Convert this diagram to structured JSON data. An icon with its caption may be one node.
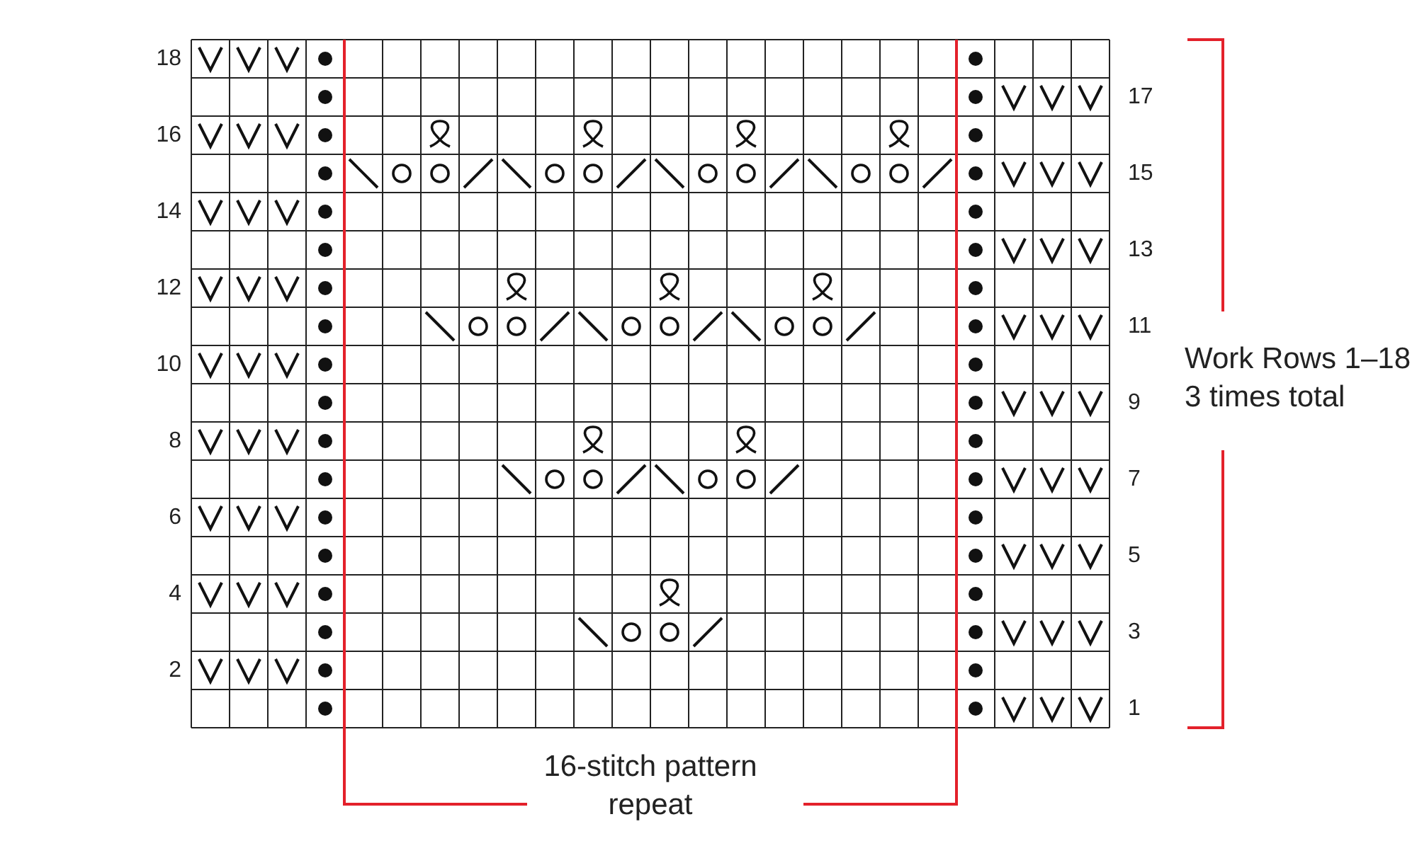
{
  "diagram": {
    "labels": [
      "18",
      "17",
      "16",
      "15",
      "14",
      "13",
      "12",
      "11",
      "10",
      "9",
      "8",
      "7",
      "6",
      "5",
      "4",
      "3",
      "2",
      "1",
      "Work Rows 1–18 3 times total",
      "16-stitch pattern repeat"
    ]
  }
}
